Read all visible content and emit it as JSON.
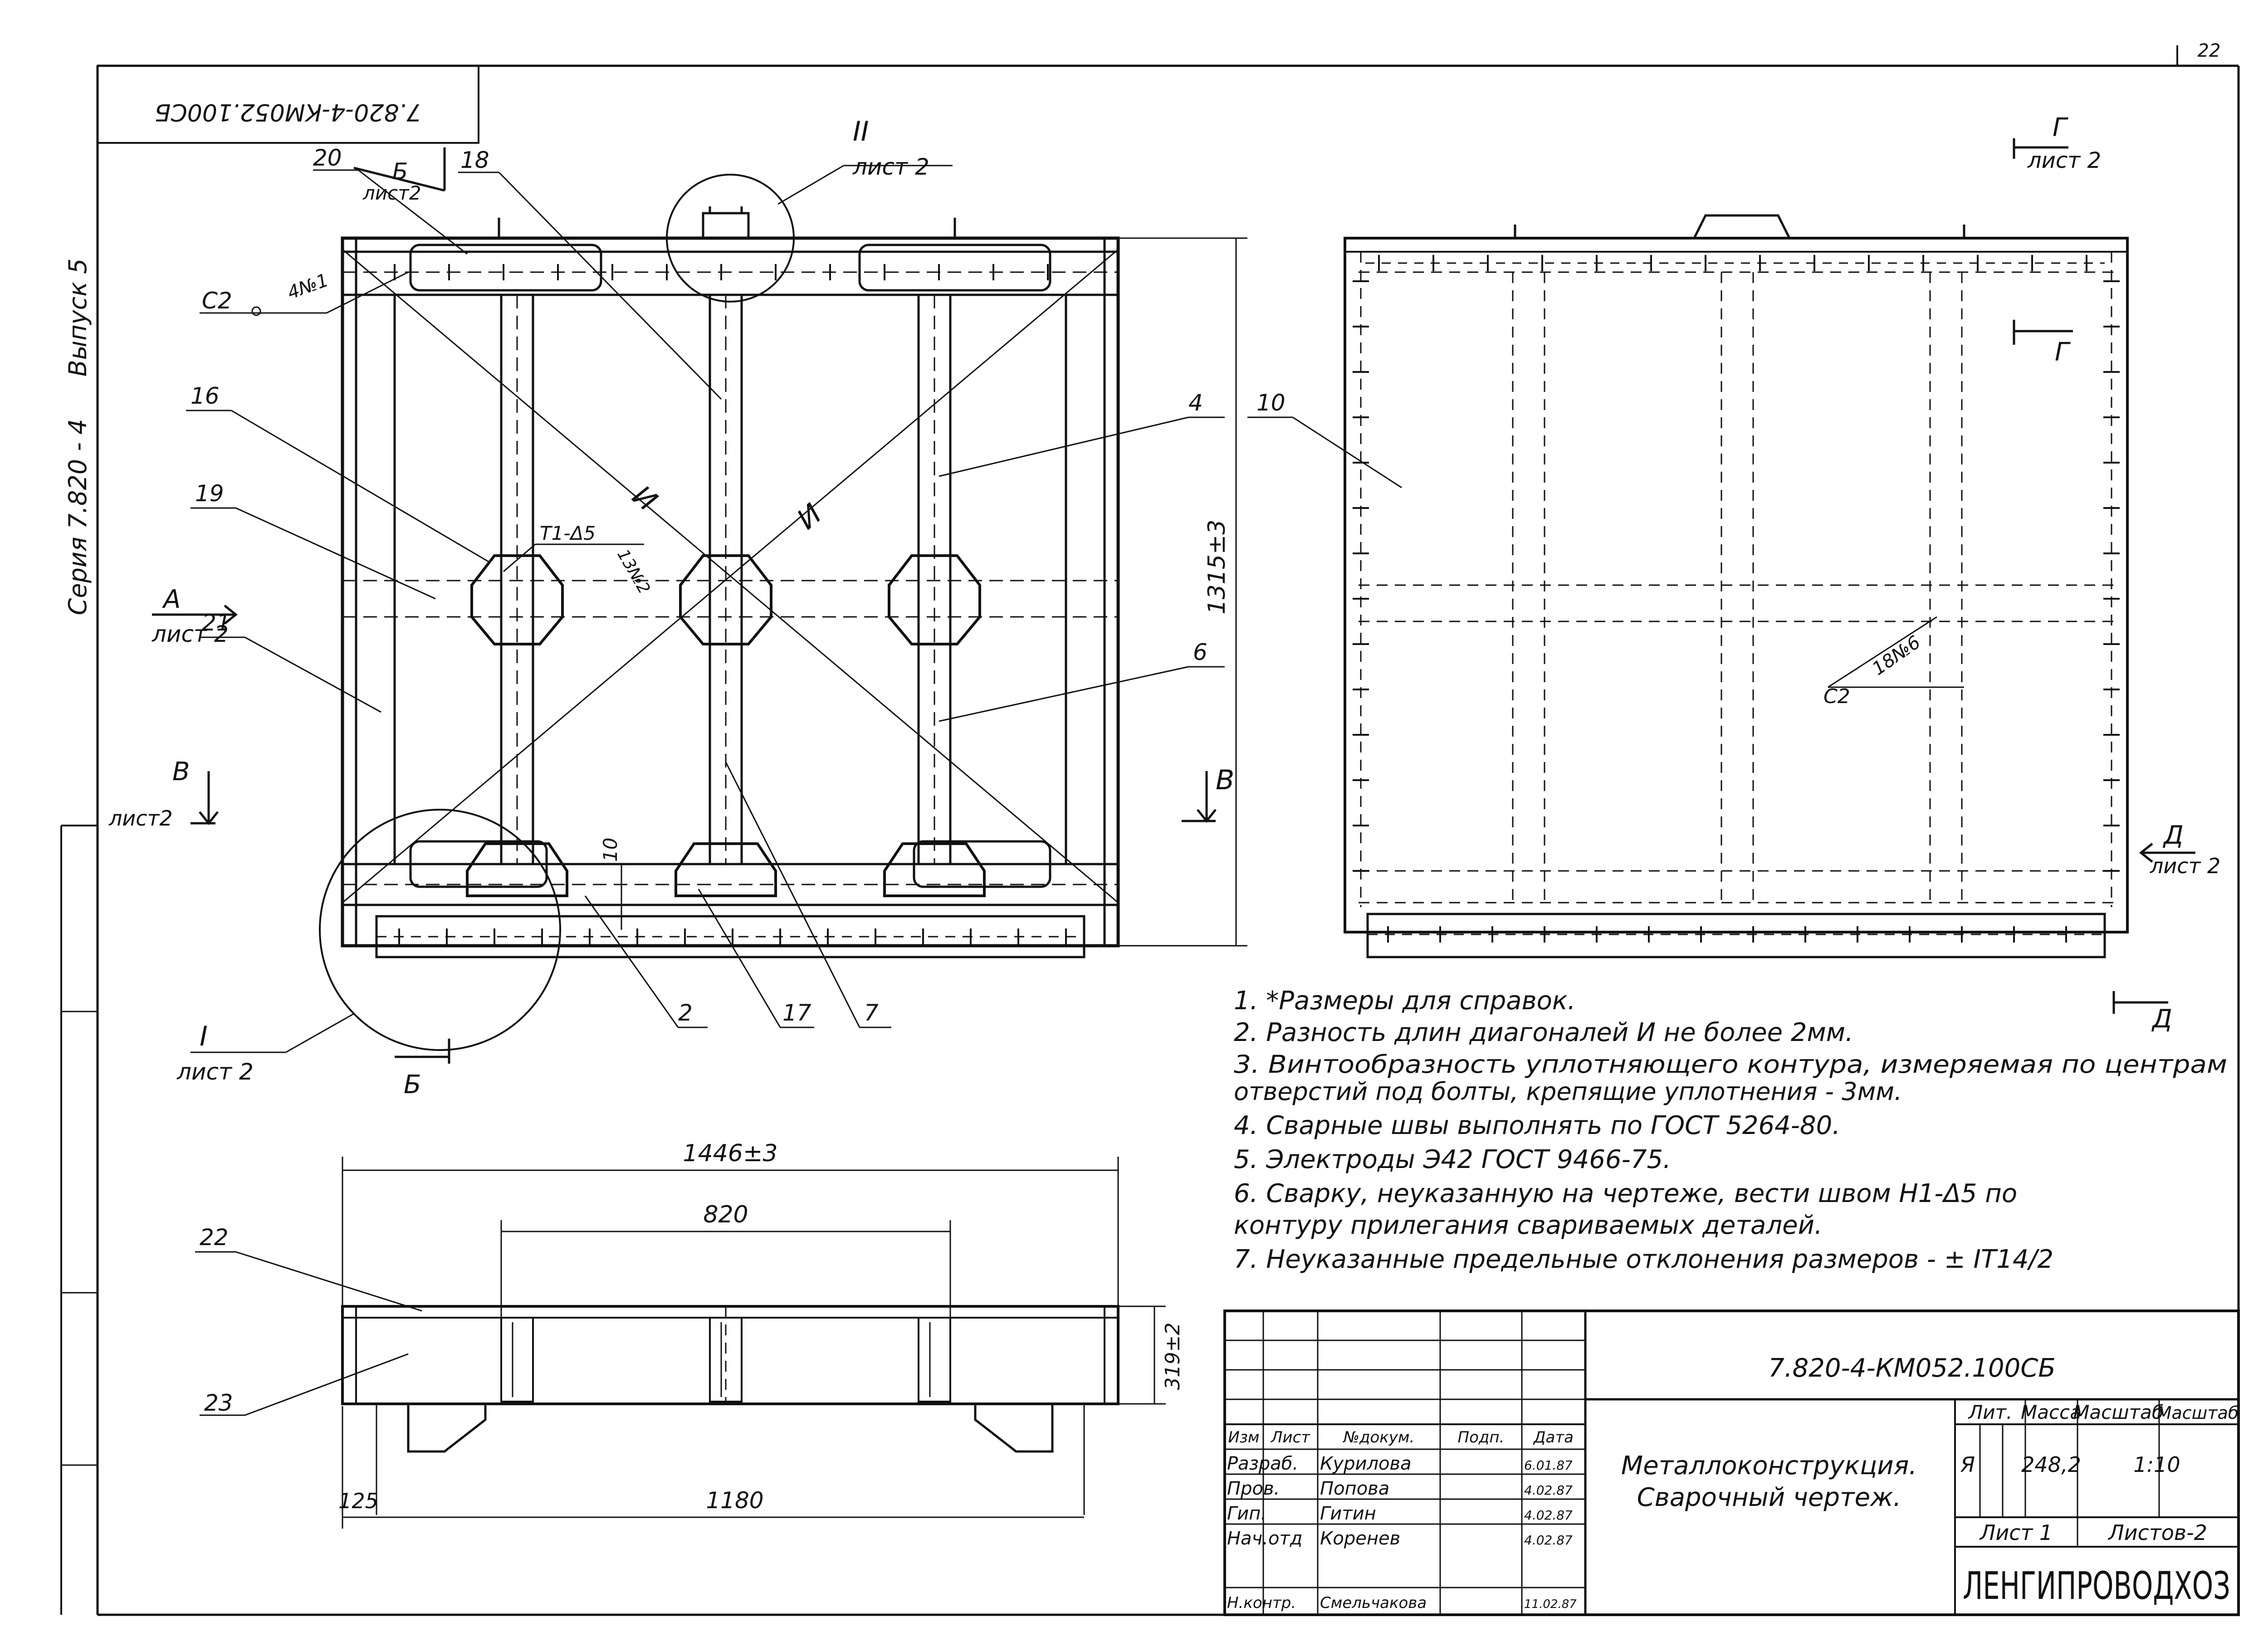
{
  "sheet_number": "22",
  "doc_code_rotated": "7.820-4-КМ052.100СБ",
  "series_side": "Серия 7.820 - 4",
  "issue_side": "Выпуск 5",
  "callouts": {
    "sheet2": "лист 2",
    "sheet2_alt": "лист2",
    "i": "I",
    "ii": "II",
    "a": "А",
    "b": "Б",
    "v": "В",
    "g": "Г",
    "d": "Д",
    "diag": "И"
  },
  "weld_labels": {
    "c2_top": "С2",
    "c2_top_tail": "4№1",
    "t1": "Т1-Δ5",
    "t1_tail": "13№2",
    "c2_right": "С2",
    "c2_right_tail": "18№6"
  },
  "parts": [
    "20",
    "18",
    "16",
    "19",
    "21",
    "4",
    "6",
    "10",
    "2",
    "17",
    "7",
    "22",
    "23"
  ],
  "dimensions": {
    "height": "1315±3",
    "weld_gap": "10",
    "width_total": "1446±3",
    "inner": "820",
    "depth": "319±2",
    "offset": "125",
    "bolt_span": "1180"
  },
  "notes": [
    "1. *Размеры для справок.",
    "2. Разность длин диагоналей И не более 2мм.",
    "3. Винтообразность уплотняющего контура, измеряемая по центрам",
    "отверстий под болты, крепящие уплотнения - 3мм.",
    "4. Сварные швы выполнять по ГОСТ 5264-80.",
    "5. Электроды Э42 ГОСТ 9466-75.",
    "6. Сварку, неуказанную на чертеже, вести швом Н1-Δ5 по",
    "контуру прилегания свариваемых деталей.",
    "7. Неуказанные предельные отклонения размеров - ± IT14/2"
  ],
  "title_block": {
    "doc_code": "7.820-4-КМ052.100СБ",
    "title_line1": "Металлоконструкция.",
    "title_line2": "Сварочный чертеж.",
    "headers": [
      "Изм",
      "Лист",
      "№докум.",
      "Подп.",
      "Дата"
    ],
    "rows": [
      {
        "role": "Разраб.",
        "name": "Курилова",
        "date": "6.01.87"
      },
      {
        "role": "Пров.",
        "name": "Попова",
        "date": "4.02.87"
      },
      {
        "role": "Гип.",
        "name": "Гитин",
        "date": "4.02.87"
      },
      {
        "role": "Нач.отд",
        "name": "Коренев",
        "date": "4.02.87"
      },
      {
        "role": "Н.контр.",
        "name": "Смельчакова",
        "date": "11.02.87"
      }
    ],
    "lit_header": "Лит.",
    "mass_header": "Масса",
    "scale_header": "Масштаб",
    "lit_value": "Я",
    "mass_value": "248,2",
    "scale_value": "1:10",
    "sheet_label": "Лист 1",
    "sheets_label": "Листов-2",
    "org": "ЛЕНГИПРОВОДХОЗ"
  }
}
